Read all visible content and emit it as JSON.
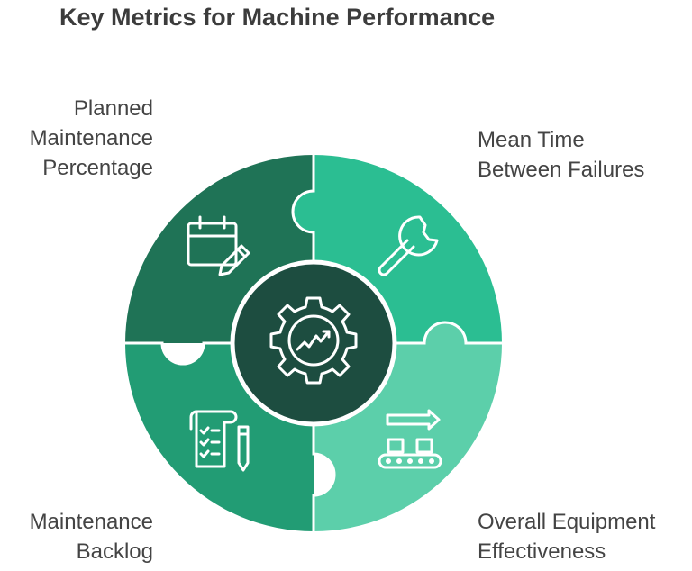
{
  "title": "Key Metrics for Machine Performance",
  "pieces": [
    {
      "id": "top-left",
      "lines": [
        "Planned",
        "Maintenance",
        "Percentage"
      ],
      "color": "#1f7356",
      "icon": "calendar-edit-icon"
    },
    {
      "id": "top-right",
      "lines": [
        "Mean Time",
        "Between Failures"
      ],
      "color": "#2bbe92",
      "icon": "wrench-icon"
    },
    {
      "id": "bottom-left",
      "lines": [
        "Maintenance",
        "Backlog"
      ],
      "color": "#229c74",
      "icon": "checklist-icon"
    },
    {
      "id": "bottom-right",
      "lines": [
        "Overall Equipment",
        "Effectiveness"
      ],
      "color": "#5ccfaa",
      "icon": "conveyor-icon"
    }
  ],
  "center": {
    "color": "#1d4d40",
    "icon": "gear-chart-icon"
  }
}
